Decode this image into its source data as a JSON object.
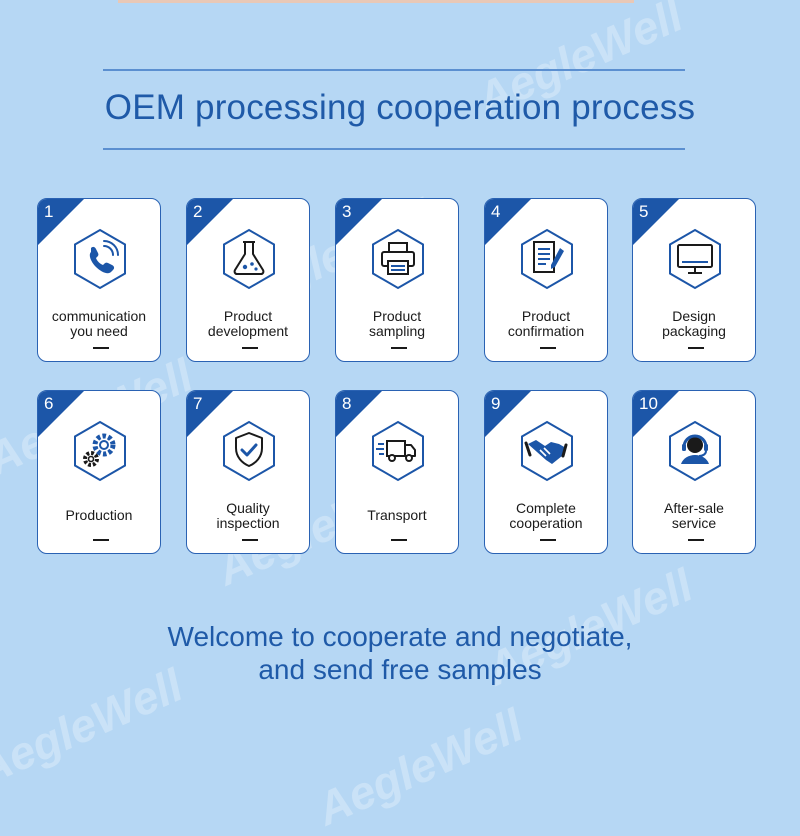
{
  "title": "OEM processing cooperation process",
  "watermark_text": "AegleWell",
  "steps": [
    {
      "number": "1",
      "label_line1": "communication",
      "label_line2": "you need",
      "icon": "phone-icon"
    },
    {
      "number": "2",
      "label_line1": "Product",
      "label_line2": "development",
      "icon": "flask-icon"
    },
    {
      "number": "3",
      "label_line1": "Product",
      "label_line2": "sampling",
      "icon": "printer-icon"
    },
    {
      "number": "4",
      "label_line1": "Product",
      "label_line2": "confirmation",
      "icon": "document-pen-icon"
    },
    {
      "number": "5",
      "label_line1": "Design",
      "label_line2": "packaging",
      "icon": "monitor-icon"
    },
    {
      "number": "6",
      "label_line1": "Production",
      "label_line2": "",
      "icon": "gears-icon"
    },
    {
      "number": "7",
      "label_line1": "Quality",
      "label_line2": "inspection",
      "icon": "shield-check-icon"
    },
    {
      "number": "8",
      "label_line1": "Transport",
      "label_line2": "",
      "icon": "truck-icon"
    },
    {
      "number": "9",
      "label_line1": "Complete",
      "label_line2": "cooperation",
      "icon": "handshake-icon"
    },
    {
      "number": "10",
      "label_line1": "After-sale",
      "label_line2": "service",
      "icon": "headset-agent-icon"
    }
  ],
  "footer_line1": "Welcome to cooperate and negotiate,",
  "footer_line2": "and send free samples",
  "colors": {
    "background": "#b6d7f4",
    "accent": "#1c56a8",
    "card": "#ffffff"
  }
}
